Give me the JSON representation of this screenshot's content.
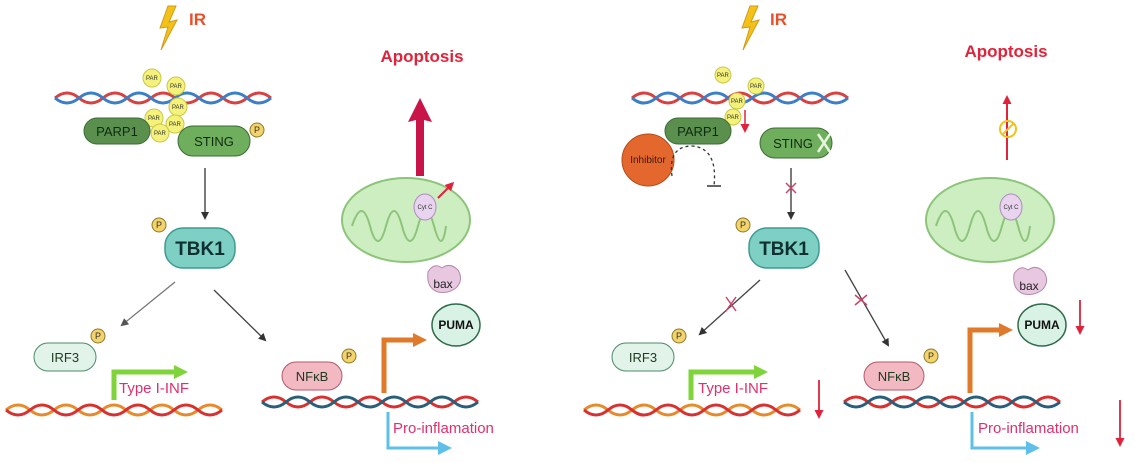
{
  "colors": {
    "stimulus": "#e8502a",
    "apoptosis": "#e0233a",
    "parp1_fill": "#5a8f4e",
    "sting_fill": "#6fae5d",
    "tbk1_fill": "#7ecfc4",
    "par_fill": "#f4f27a",
    "phospho_fill": "#f3d36a",
    "irf3_fill": "#e2f4ea",
    "nfkb_fill": "#f2b9c3",
    "puma_fill": "#d9f2e6",
    "bax_fill": "#e8c8e0",
    "mito_fill": "#cdeec0",
    "inhibitor_fill": "#e4672e",
    "down_arrow": "#e0233a",
    "transcript_green": "#7ed43a",
    "transcript_orange": "#e07a2a",
    "transcript_blue": "#5ec0e8"
  },
  "labels": {
    "ir": "IR",
    "apoptosis": "Apoptosis",
    "par": "PAR",
    "parp1": "PARP1",
    "sting": "STING",
    "phospho": "P",
    "tbk1": "TBK1",
    "irf3": "IRF3",
    "nfkb": "NFκB",
    "puma": "PUMA",
    "bax": "bax",
    "cytc": "Cyt C",
    "type_i_inf": "Type I-INF",
    "pro_inflamation": "Pro-inflamation",
    "inhibitor": "Inhibitor"
  }
}
